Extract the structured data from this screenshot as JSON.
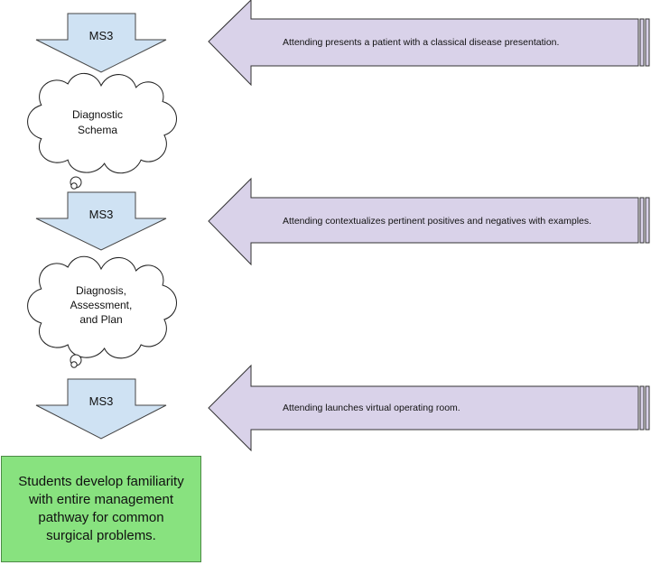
{
  "colors": {
    "blue_arrow_fill": "#cfe2f3",
    "blue_arrow_stroke": "#444444",
    "purple_arrow_fill": "#d9d2e9",
    "purple_arrow_stroke": "#333333",
    "cloud_fill": "#ffffff",
    "result_fill": "#88e27f"
  },
  "steps": [
    {
      "ms_label": "MS3",
      "attending_text": "Attending presents a patient with a classical disease presentation.",
      "thought": [
        "Diagnostic",
        "Schema"
      ]
    },
    {
      "ms_label": "MS3",
      "attending_text": "Attending contextualizes pertinent positives and negatives with examples.",
      "thought": [
        "Diagnosis,",
        "Assessment,",
        "and Plan"
      ]
    },
    {
      "ms_label": "MS3",
      "attending_text": "Attending launches virtual operating room."
    }
  ],
  "result": {
    "text": "Students develop familiarity with entire management pathway for common surgical problems."
  }
}
